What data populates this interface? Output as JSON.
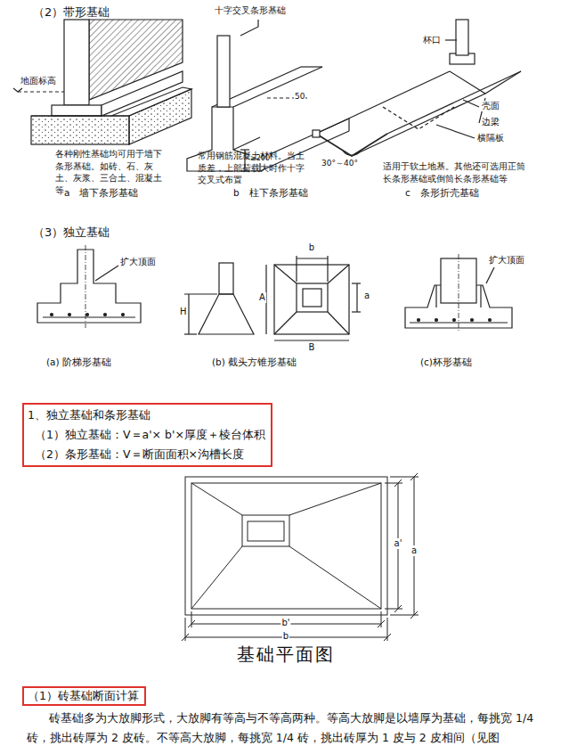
{
  "diagram": {
    "nodes": [
      {
        "text": [
          "1、独立基础和条形基础",
          "（1）独立基础：V＝a'× b'×厚度＋棱台体积",
          "（2）条形基础：V＝断面面积×沟槽长度"
        ]
      },
      {
        "text": [
          "（1）砖基础断面计算"
        ]
      }
    ],
    "labels": [
      "（2）带形基础",
      "地面标高",
      "各种刚性基础均可用于墙下条形基础。如砖、石、灰土、灰浆、三合土、混凝土等",
      "a　墙下条形基础",
      "十字交叉条形基础",
      "50",
      "≥200",
      "常用钢筋混凝土材料。当土质差，上部荷载大时作十字交叉式布置",
      "b　柱下条形基础",
      "杯口",
      "壳面",
      "边梁",
      "横隔板",
      "30°～40°",
      "适用于软土地基。其他还可选用正筒长条形基础或倒筒长条形基础等",
      "c　条形折壳基础",
      "（3）独立基础",
      "扩大顶面",
      "b",
      "H",
      "A",
      "a",
      "B",
      "扩大顶面",
      "(a) 阶梯形基础",
      "(b) 截头方锥形基础",
      "(c)杯形基础",
      "a'",
      "a",
      "b'",
      "b",
      "基础平面图",
      "砖基础多为大放脚形式，大放脚有等高与不等高两种。等高大放脚是以墙厚为基础，每挑宽 1/4 砖，挑出砖厚为 2 皮砖。不等高大放脚，每挑宽 1/4 砖，挑出砖厚为 1 皮与 2 皮相间（见图"
    ]
  }
}
